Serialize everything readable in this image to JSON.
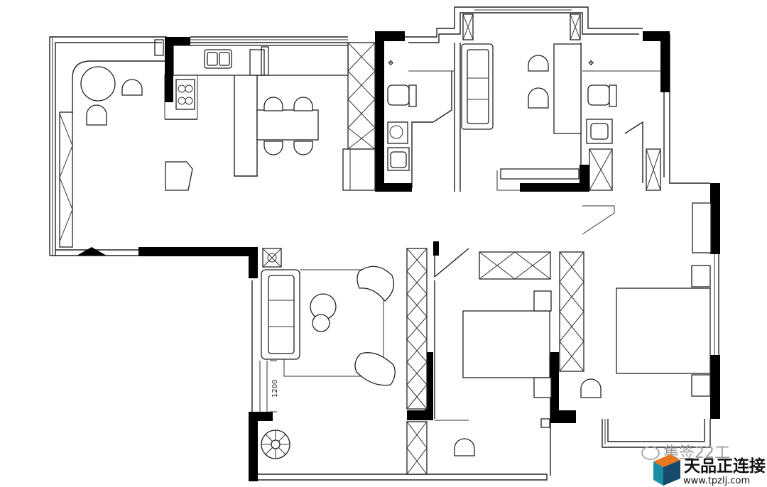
{
  "dimension_label": "1200",
  "watermark": {
    "text": "集签22工"
  },
  "logo": {
    "name_cn": "天品正连接",
    "url": "www.tpzlj.com",
    "colors": {
      "cube_orange": "#e8771e",
      "cube_teal": "#1a8ea6",
      "cube_dark": "#174a6b"
    }
  },
  "colors": {
    "wall": "#000000",
    "line": "#222222",
    "background": "#ffffff"
  }
}
